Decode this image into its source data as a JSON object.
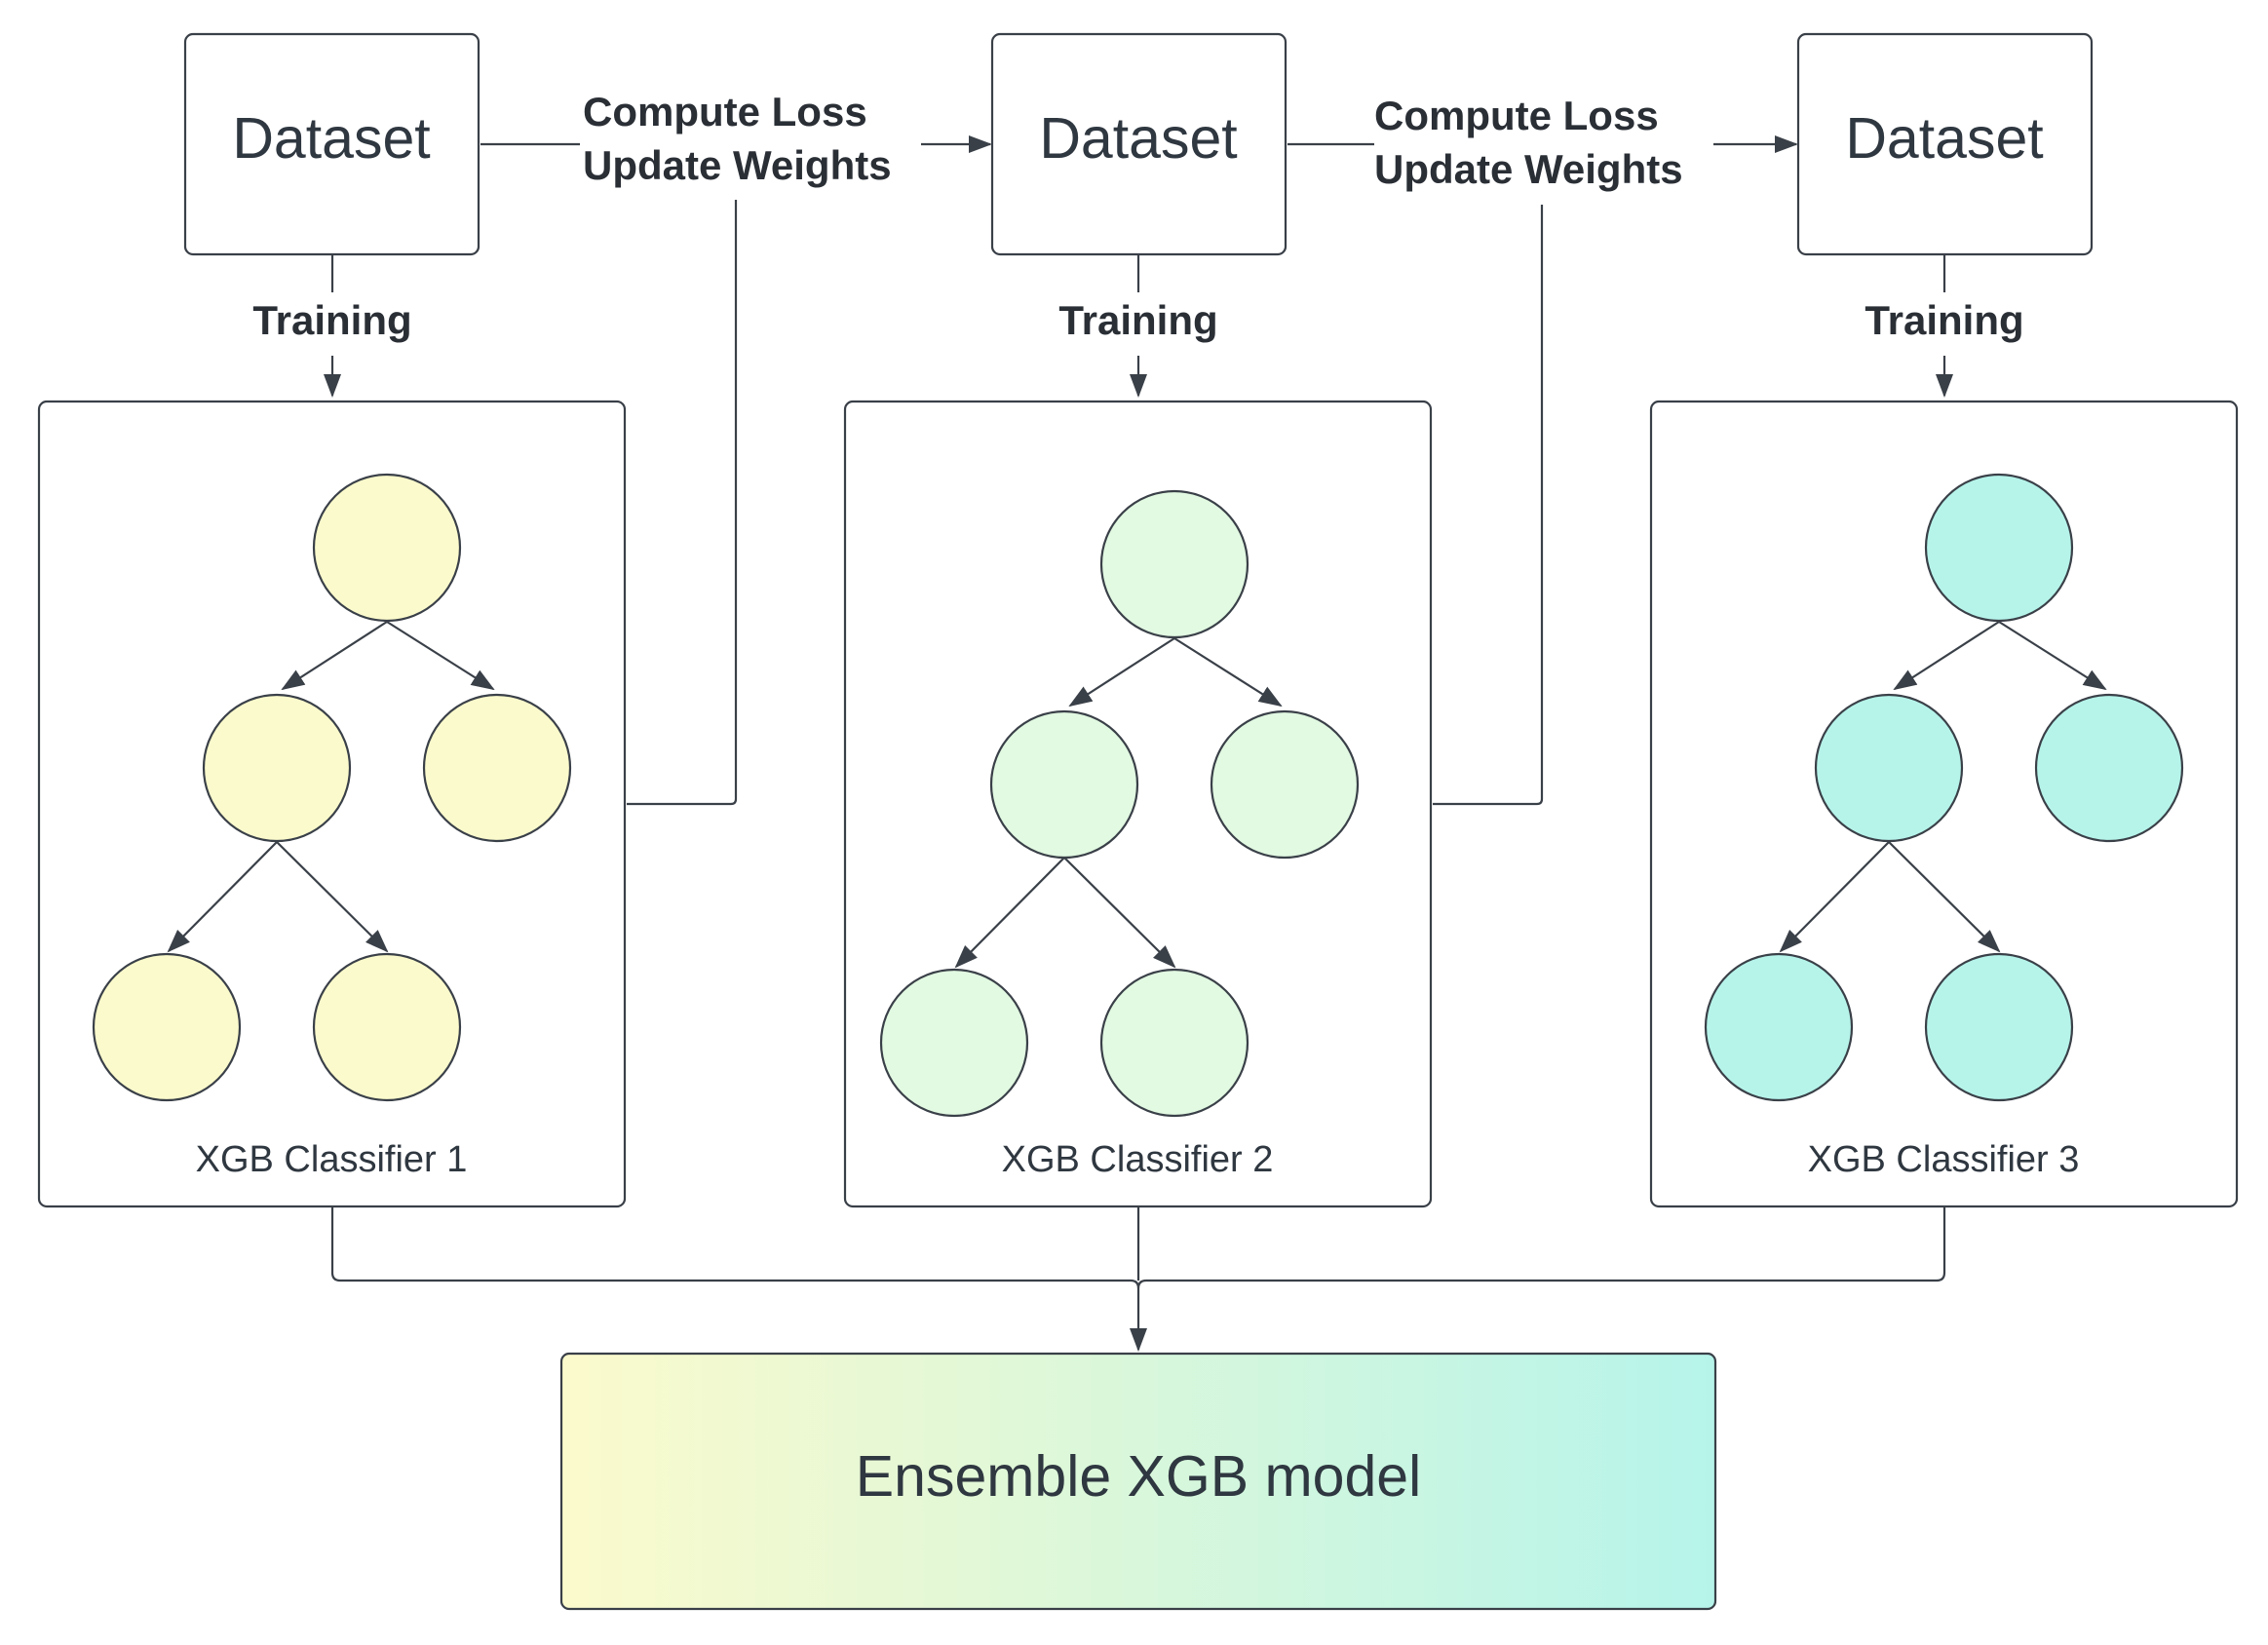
{
  "datasets": [
    {
      "label": "Dataset"
    },
    {
      "label": "Dataset"
    },
    {
      "label": "Dataset"
    }
  ],
  "steps": [
    {
      "line1": "Compute Loss",
      "line2": "Update Weights"
    },
    {
      "line1": "Compute Loss",
      "line2": "Update Weights"
    }
  ],
  "training_label": "Training",
  "classifiers": [
    {
      "label": "XGB Classifier 1",
      "node_color": "#fbfacc"
    },
    {
      "label": "XGB Classifier 2",
      "node_color": "#e2f9e2"
    },
    {
      "label": "XGB Classifier 3",
      "node_color": "#b6f4ea"
    }
  ],
  "ensemble": {
    "label": "Ensemble XGB model",
    "gradient_start": "#fbfacc",
    "gradient_end": "#b6f4ea"
  },
  "colors": {
    "stroke": "#3a4048"
  }
}
